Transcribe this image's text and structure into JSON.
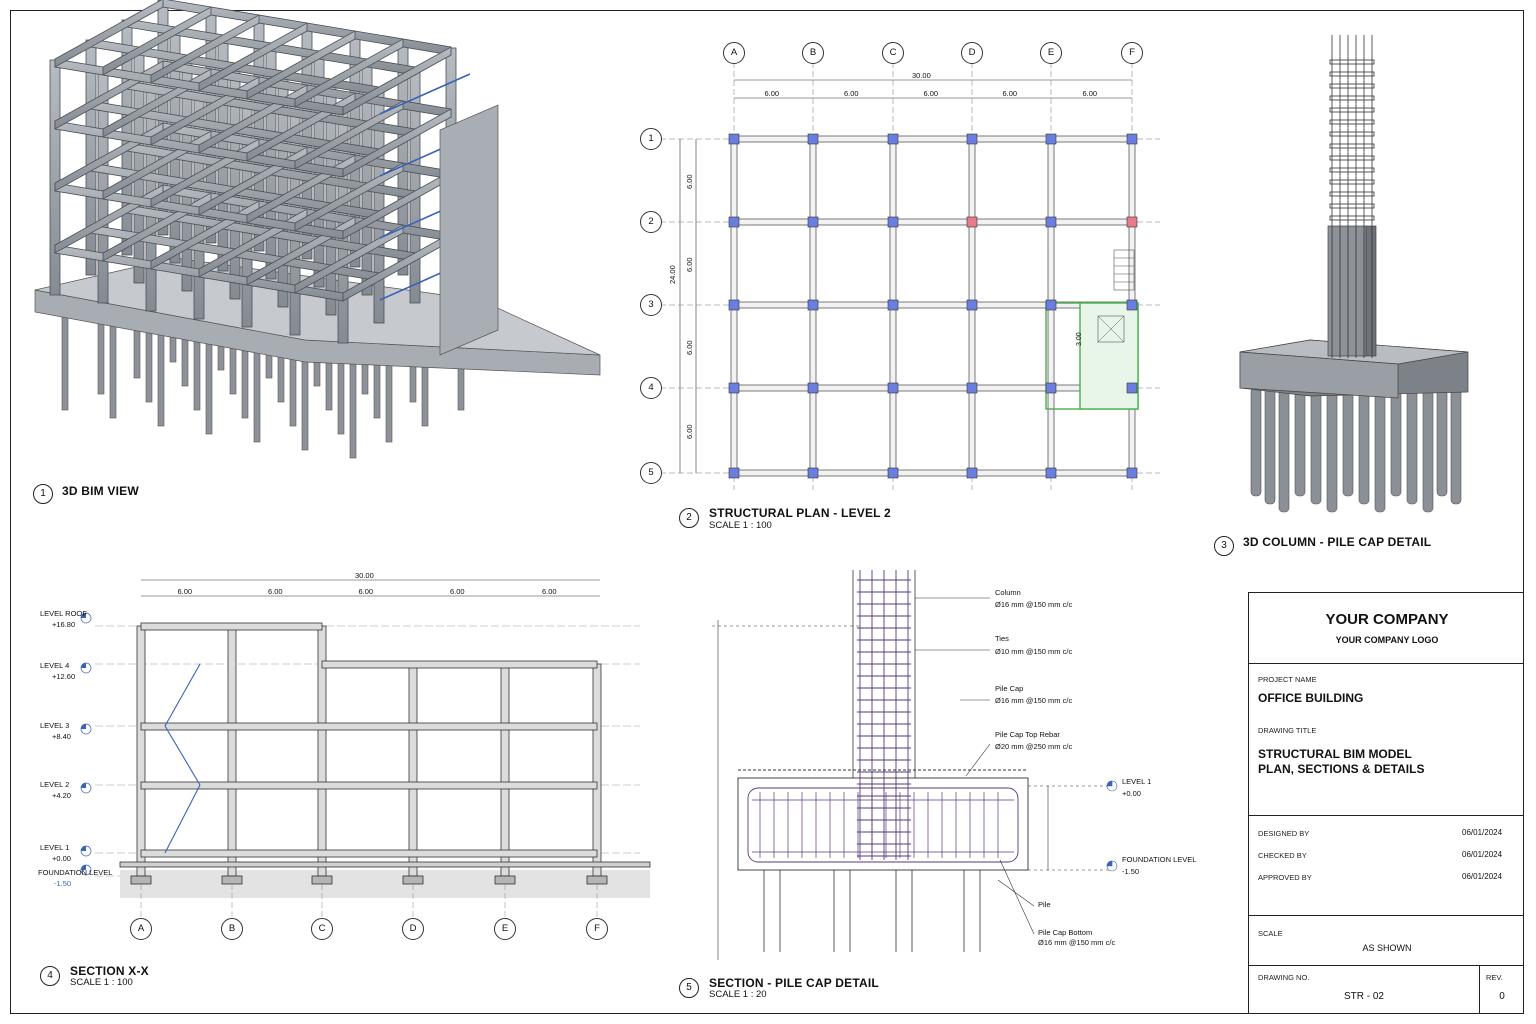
{
  "views": {
    "v1": {
      "num": "1",
      "title": "3D BIM VIEW"
    },
    "v2": {
      "num": "2",
      "title": "STRUCTURAL PLAN - LEVEL 2",
      "scale": "SCALE  1 : 100"
    },
    "v3": {
      "num": "3",
      "title": "3D COLUMN - PILE CAP DETAIL"
    },
    "v4": {
      "num": "4",
      "title": "SECTION X-X",
      "scale": "SCALE  1 : 100"
    },
    "v5": {
      "num": "5",
      "title": "SECTION - PILE CAP DETAIL",
      "scale": "SCALE  1 : 20"
    }
  },
  "plan": {
    "grid_cols": [
      "A",
      "B",
      "C",
      "D",
      "E",
      "F"
    ],
    "grid_rows": [
      "1",
      "2",
      "3",
      "4",
      "5"
    ],
    "total_x": "30.00",
    "bay_x": [
      "6.00",
      "6.00",
      "6.00",
      "6.00",
      "6.00"
    ],
    "total_y": "24.00",
    "bay_y": [
      "6.00",
      "6.00",
      "6.00",
      "6.00"
    ],
    "core_dim": "3.00"
  },
  "section": {
    "grid_cols": [
      "A",
      "B",
      "C",
      "D",
      "E",
      "F"
    ],
    "total_x": "30.00",
    "bay_x": [
      "6.00",
      "6.00",
      "6.00",
      "6.00",
      "6.00"
    ],
    "levels": [
      {
        "name": "LEVEL ROOF",
        "elev": "+16.80"
      },
      {
        "name": "LEVEL 4",
        "elev": "+12.60"
      },
      {
        "name": "LEVEL 3",
        "elev": "+8.40"
      },
      {
        "name": "LEVEL 2",
        "elev": "+4.20"
      },
      {
        "name": "LEVEL 1",
        "elev": "+0.00"
      },
      {
        "name": "FOUNDATION LEVEL",
        "elev": "-1.50"
      }
    ]
  },
  "pilecap": {
    "column_label": "Column",
    "column_spec": "Ø16 mm @150 mm c/c",
    "ties_label": "Ties",
    "ties_spec": "Ø10 mm @150 mm c/c",
    "cap_label": "Pile Cap",
    "cap_spec": "Ø16 mm @150 mm c/c",
    "top_label": "Pile Cap Top Rebar",
    "top_spec": "Ø20 mm @250 mm c/c",
    "pile_label": "Pile",
    "bottom_label": "Pile Cap Bottom",
    "bottom_spec": "Ø16 mm @150 mm c/c",
    "level1_name": "LEVEL 1",
    "level1_elev": "+0.00",
    "found_name": "FOUNDATION LEVEL",
    "found_elev": "-1.50"
  },
  "title_block": {
    "company": "YOUR COMPANY",
    "logo": "YOUR COMPANY LOGO",
    "project_name_label": "PROJECT NAME",
    "project_name": "OFFICE BUILDING",
    "drawing_title_label": "DRAWING TITLE",
    "drawing_title_1": "STRUCTURAL BIM MODEL",
    "drawing_title_2": "PLAN, SECTIONS & DETAILS",
    "designed_by_label": "DESIGNED BY",
    "designed_by_date": "06/01/2024",
    "checked_by_label": "CHECKED BY",
    "checked_by_date": "06/01/2024",
    "approved_by_label": "APPROVED BY",
    "approved_by_date": "06/01/2024",
    "scale_label": "SCALE",
    "scale_value": "AS SHOWN",
    "drawing_no_label": "DRAWING NO.",
    "drawing_no": "STR - 02",
    "rev_label": "REV.",
    "rev": "0"
  },
  "colors": {
    "line": "#222222",
    "concrete": "#9aa0a6",
    "concrete_dark": "#6b7076",
    "column_blue": "#5b6fd6",
    "column_pink": "#e87a8a",
    "core_green": "#4caf50",
    "rebar": "#5a3a7a"
  }
}
